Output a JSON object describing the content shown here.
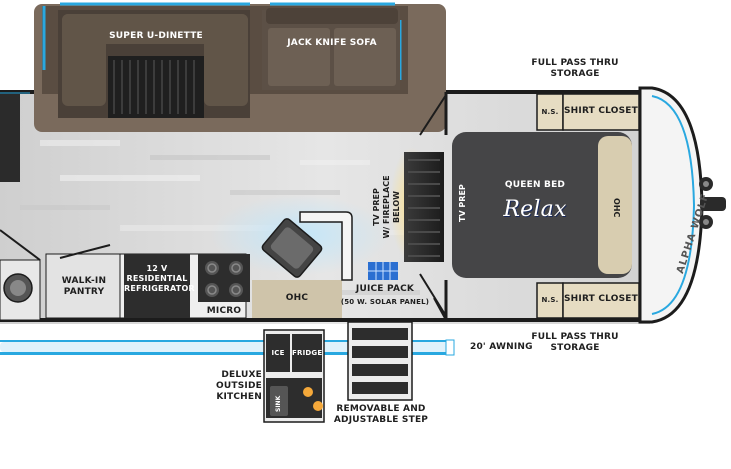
{
  "labels": {
    "super_u_dinette": "SUPER U-DINETTE",
    "jack_knife_sofa": "JACK KNIFE SOFA",
    "full_pass_thru_storage_top": "FULL PASS THRU\nSTORAGE",
    "full_pass_thru_storage_bottom": "FULL PASS THRU\nSTORAGE",
    "ns_top": "N.S.",
    "ns_bottom": "N.S.",
    "shirt_closet_top": "SHIRT CLOSET",
    "shirt_closet_bottom": "SHIRT CLOSET",
    "queen_bed": "QUEEN BED",
    "relax_pillow": "Relax",
    "tv_prep_fireplace": "TV PREP\nW/ FIREPLACE BELOW",
    "tv_prep_bed": "TV PREP",
    "ohc_bed": "OHC",
    "ohc_kitchen": "OHC",
    "walk_in_pantry": "WALK-IN\nPANTRY",
    "refrigerator": "12 V\nRESIDENTIAL\nREFRIGERATOR",
    "micro": "MICRO",
    "juice_pack": "JUICE PACK",
    "solar_panel": "(50 W. SOLAR PANEL)",
    "awning": "20' AWNING",
    "ice": "ICE",
    "fridge": "FRIDGE",
    "sink": "SINK",
    "deluxe_outside_kitchen": "DELUXE\nOUTSIDE\nKITCHEN",
    "removable_step": "REMOVABLE AND\nADJUSTABLE STEP",
    "brand_logo": "ALPHA WOLF"
  },
  "colors": {
    "wall": "#1c1c1c",
    "slide_room": "#7a6a5c",
    "slide_inner": "#5a4d42",
    "dinette": "#4a4038",
    "sofa": "#5c5046",
    "floor": "#d9d9d9",
    "bed": "#454547",
    "bed_tan": "#d8cdb0",
    "cabinet": "#cfc4aa",
    "closet": "#e6dcc2",
    "accent_blue": "#29a8e0",
    "solar_blue": "#2b6fd1"
  }
}
